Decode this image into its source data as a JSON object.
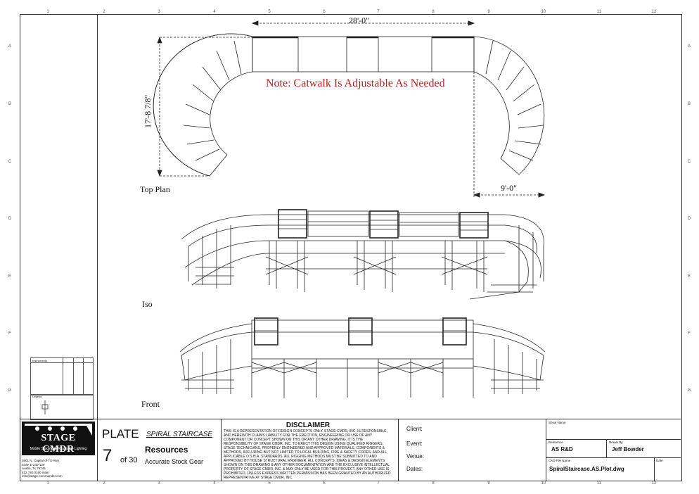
{
  "ruler": {
    "columns": [
      "1",
      "2",
      "3",
      "4",
      "5",
      "6",
      "7",
      "8",
      "9",
      "10",
      "11",
      "12"
    ],
    "rows": [
      "A",
      "B",
      "C",
      "D",
      "E",
      "F",
      "G"
    ]
  },
  "drawing": {
    "note": "Note: Catwalk Is Adjustable As Needed",
    "dim_width": "28'-0\"",
    "dim_height": "17'-8 7/8\"",
    "dim_radius": "9'-0\"",
    "views": {
      "top": "Top Plan",
      "iso": "Iso",
      "front": "Front"
    }
  },
  "left_panel": {
    "instruments_label": "Instruments",
    "legend_label": "Legend"
  },
  "title_block": {
    "logo_text": "STAGE CMDR",
    "logo_tagline": "Mobile Staging ▶ Rigging ▶ Lighting",
    "address": [
      "3801 N. Capital of TX Hwy",
      "Suite E-240-128",
      "Austin, Tx 78746",
      "512.730.0180 main",
      "info@stage-commander.com"
    ],
    "plate_label": "PLATE",
    "project": "SPIRAL STAIRCASE",
    "plate_number": "7",
    "plate_total": "of 30",
    "resources": "Resources",
    "subtitle": "Accurate Stock Gear",
    "disclaimer_title": "DISCLAIMER",
    "disclaimer_text": "THIS IS A REPRESENTATION OF DESIGN CONCEPTS ONLY. STAGE CMDR, INC. IS RESPONSIBLE, AND HEREWITH CLAIMS LIABILITY FOR THE ERECTION, ENGINEERING OR USE OF ANY COMPONENT OR CONCEPT SHOWN ON THIS OR ANY OTHER DRAWING. IT IS THE RESPONSIBILITY OF STAGE CMDR, INC. TO ERECT THIS DESIGN USING QUALIFIED RIGGERS, STAGE TECHNICIANS, PROPERLY ENGINEERED AND APPROVED MATERIALS, COMPONENTS & METHODS, INCLUDING BUT NOT LIMITED TO LOCAL BUILDING, FIRE & SAFETY CODES, AND ALL APPLICABLE O.S.H.A. STANDARDS. ALL RIGGING METHODS MUST BE SUBMITTED TO AND APPROVED BY HOUSE STRUCTURAL ENGINEER. ALL CONCEPTS, IDEAS & DESIGN ELEMENTS SHOWN ON THIS DRAWING & ANY OTHER DOCUMENTATION ARE THE EXCLUSIVE INTELLECTUAL PROPERTY OF STAGE CMDR, INC. & MAY ONLY BE USED FOR THIS PROJECT. ANY OTHER USE IS PROHIBITED, UNLESS EXPRESS WRITTEN PERMISSION HAS BEEN GRANTED BY AN AUTHORIZED REPRESENTATIVE AT STAGE CMDR, INC.",
    "client_label": "Client:",
    "event_label": "Event:",
    "venue_label": "Venue:",
    "dates_label": "Dates:",
    "show_name_label": "Show Name",
    "reference_label": "Reference",
    "reference_value": "AS R&D",
    "drawn_by_label": "Drawn By",
    "drawn_by_value": "Jeff Bowder",
    "cad_label": "CAD File Name",
    "cad_value": "SpiralStaircase.AS.Plot.dwg",
    "date_label": "Date"
  }
}
